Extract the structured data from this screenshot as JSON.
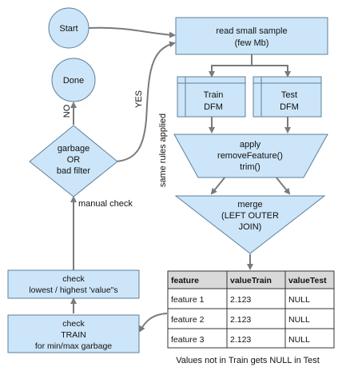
{
  "nodes": {
    "start": "Start",
    "done": "Done",
    "read_sample": [
      "read small sample",
      "(few Mb)"
    ],
    "train_dfm": [
      "Train",
      "DFM"
    ],
    "test_dfm": [
      "Test",
      "DFM"
    ],
    "apply": [
      "apply",
      "removeFeature()",
      "trim()"
    ],
    "merge": [
      "merge",
      "(LEFT OUTER",
      "JOIN)"
    ],
    "garbage": [
      "garbage",
      "OR",
      "bad filter"
    ],
    "check_lowest": [
      "check",
      "lowest / highest 'value\"s"
    ],
    "check_train": [
      "check",
      "TRAIN",
      "for min/max garbage"
    ]
  },
  "edge_labels": {
    "yes": "YES",
    "no": "NO",
    "same_rules": "same rules applied",
    "manual_check": "manual check"
  },
  "table": {
    "headers": [
      "feature",
      "valueTrain",
      "valueTest"
    ],
    "rows": [
      [
        "feature 1",
        "2.123",
        "NULL"
      ],
      [
        "feature 2",
        "2.123",
        "NULL"
      ],
      [
        "feature 3",
        "2.123",
        "NULL"
      ]
    ],
    "caption": "Values not in Train gets NULL in Test"
  },
  "colors": {
    "node_fill": "#cce5f8",
    "node_stroke": "#5c7f9c",
    "arrow": "#7a7a7a",
    "table_header": "#d9d9d9"
  }
}
